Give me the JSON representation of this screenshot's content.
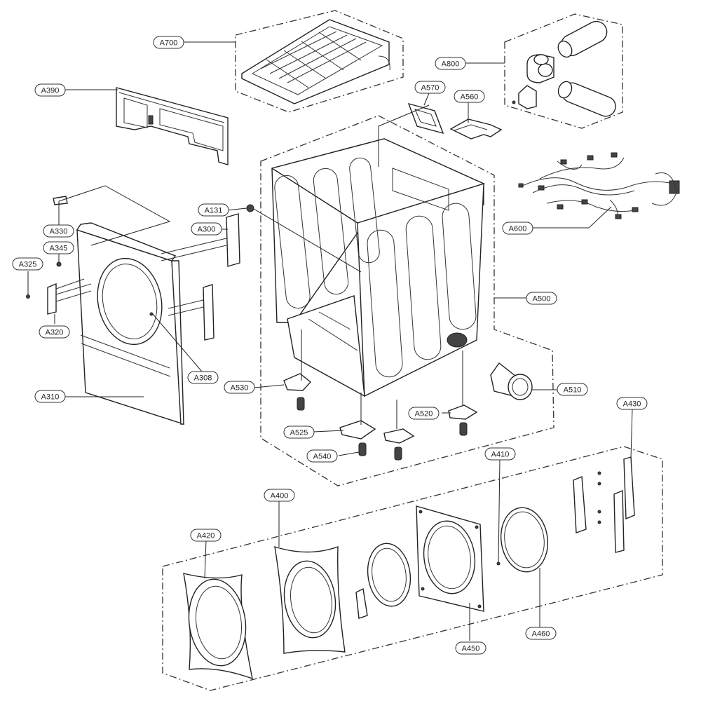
{
  "diagram": {
    "callouts": [
      {
        "id": "A700",
        "text": "A700"
      },
      {
        "id": "A800",
        "text": "A800"
      },
      {
        "id": "A390",
        "text": "A390"
      },
      {
        "id": "A570",
        "text": "A570"
      },
      {
        "id": "A560",
        "text": "A560"
      },
      {
        "id": "A131",
        "text": "A131"
      },
      {
        "id": "A330",
        "text": "A330"
      },
      {
        "id": "A300",
        "text": "A300"
      },
      {
        "id": "A345",
        "text": "A345"
      },
      {
        "id": "A325",
        "text": "A325"
      },
      {
        "id": "A320",
        "text": "A320"
      },
      {
        "id": "A308",
        "text": "A308"
      },
      {
        "id": "A310",
        "text": "A310"
      },
      {
        "id": "A530",
        "text": "A530"
      },
      {
        "id": "A600",
        "text": "A600"
      },
      {
        "id": "A500",
        "text": "A500"
      },
      {
        "id": "A510",
        "text": "A510"
      },
      {
        "id": "A520",
        "text": "A520"
      },
      {
        "id": "A525",
        "text": "A525"
      },
      {
        "id": "A540",
        "text": "A540"
      },
      {
        "id": "A430",
        "text": "A430"
      },
      {
        "id": "A410",
        "text": "A410"
      },
      {
        "id": "A400",
        "text": "A400"
      },
      {
        "id": "A420",
        "text": "A420"
      },
      {
        "id": "A450",
        "text": "A450"
      },
      {
        "id": "A460",
        "text": "A460"
      }
    ]
  }
}
